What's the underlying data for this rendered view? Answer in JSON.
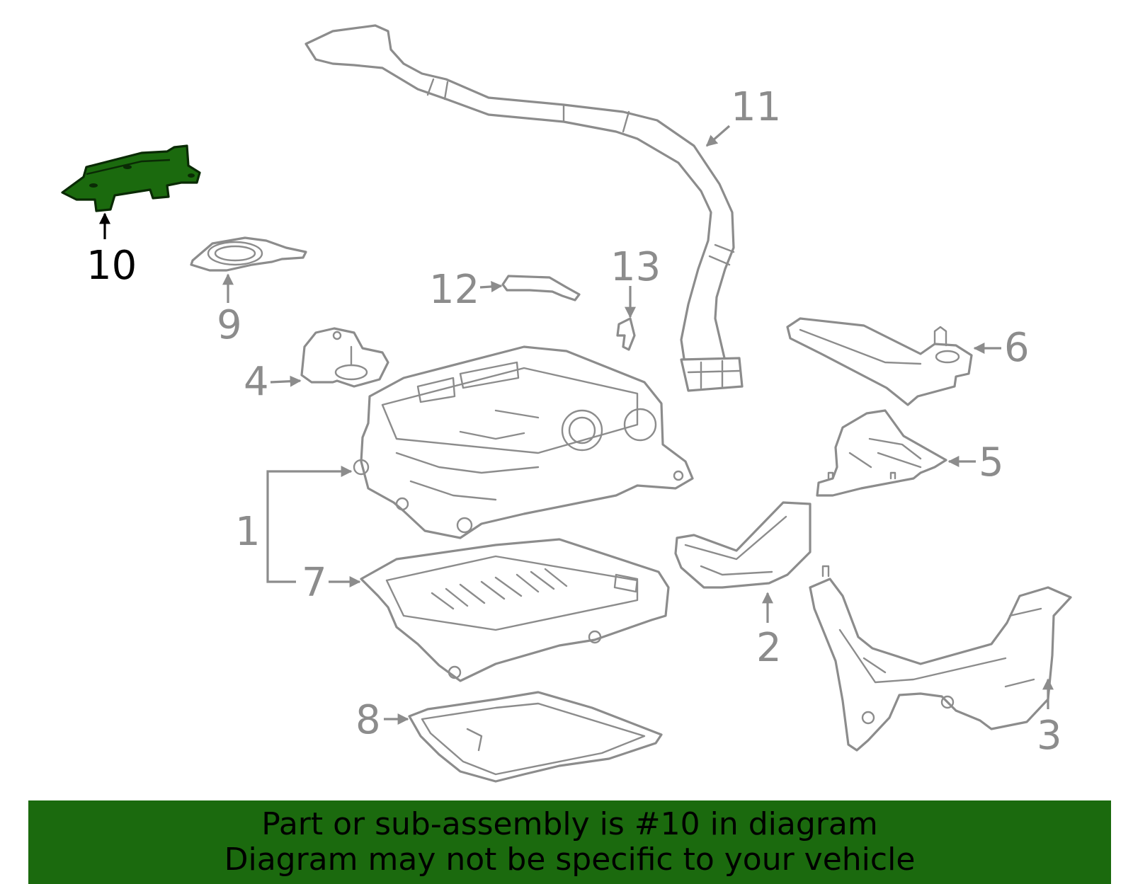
{
  "diagram": {
    "highlight_color": "#1b6a0e",
    "line_color": "#8c8c8c",
    "callouts": {
      "c1": "1",
      "c2": "2",
      "c3": "3",
      "c4": "4",
      "c5": "5",
      "c6": "6",
      "c7": "7",
      "c8": "8",
      "c9": "9",
      "c10": "10",
      "c11": "11",
      "c12": "12",
      "c13": "13"
    },
    "highlighted_part": "10"
  },
  "banner": {
    "line1": "Part or sub-assembly is #10 in diagram",
    "line2": "Diagram may not be specific to your vehicle",
    "background": "#1b6a0e"
  }
}
